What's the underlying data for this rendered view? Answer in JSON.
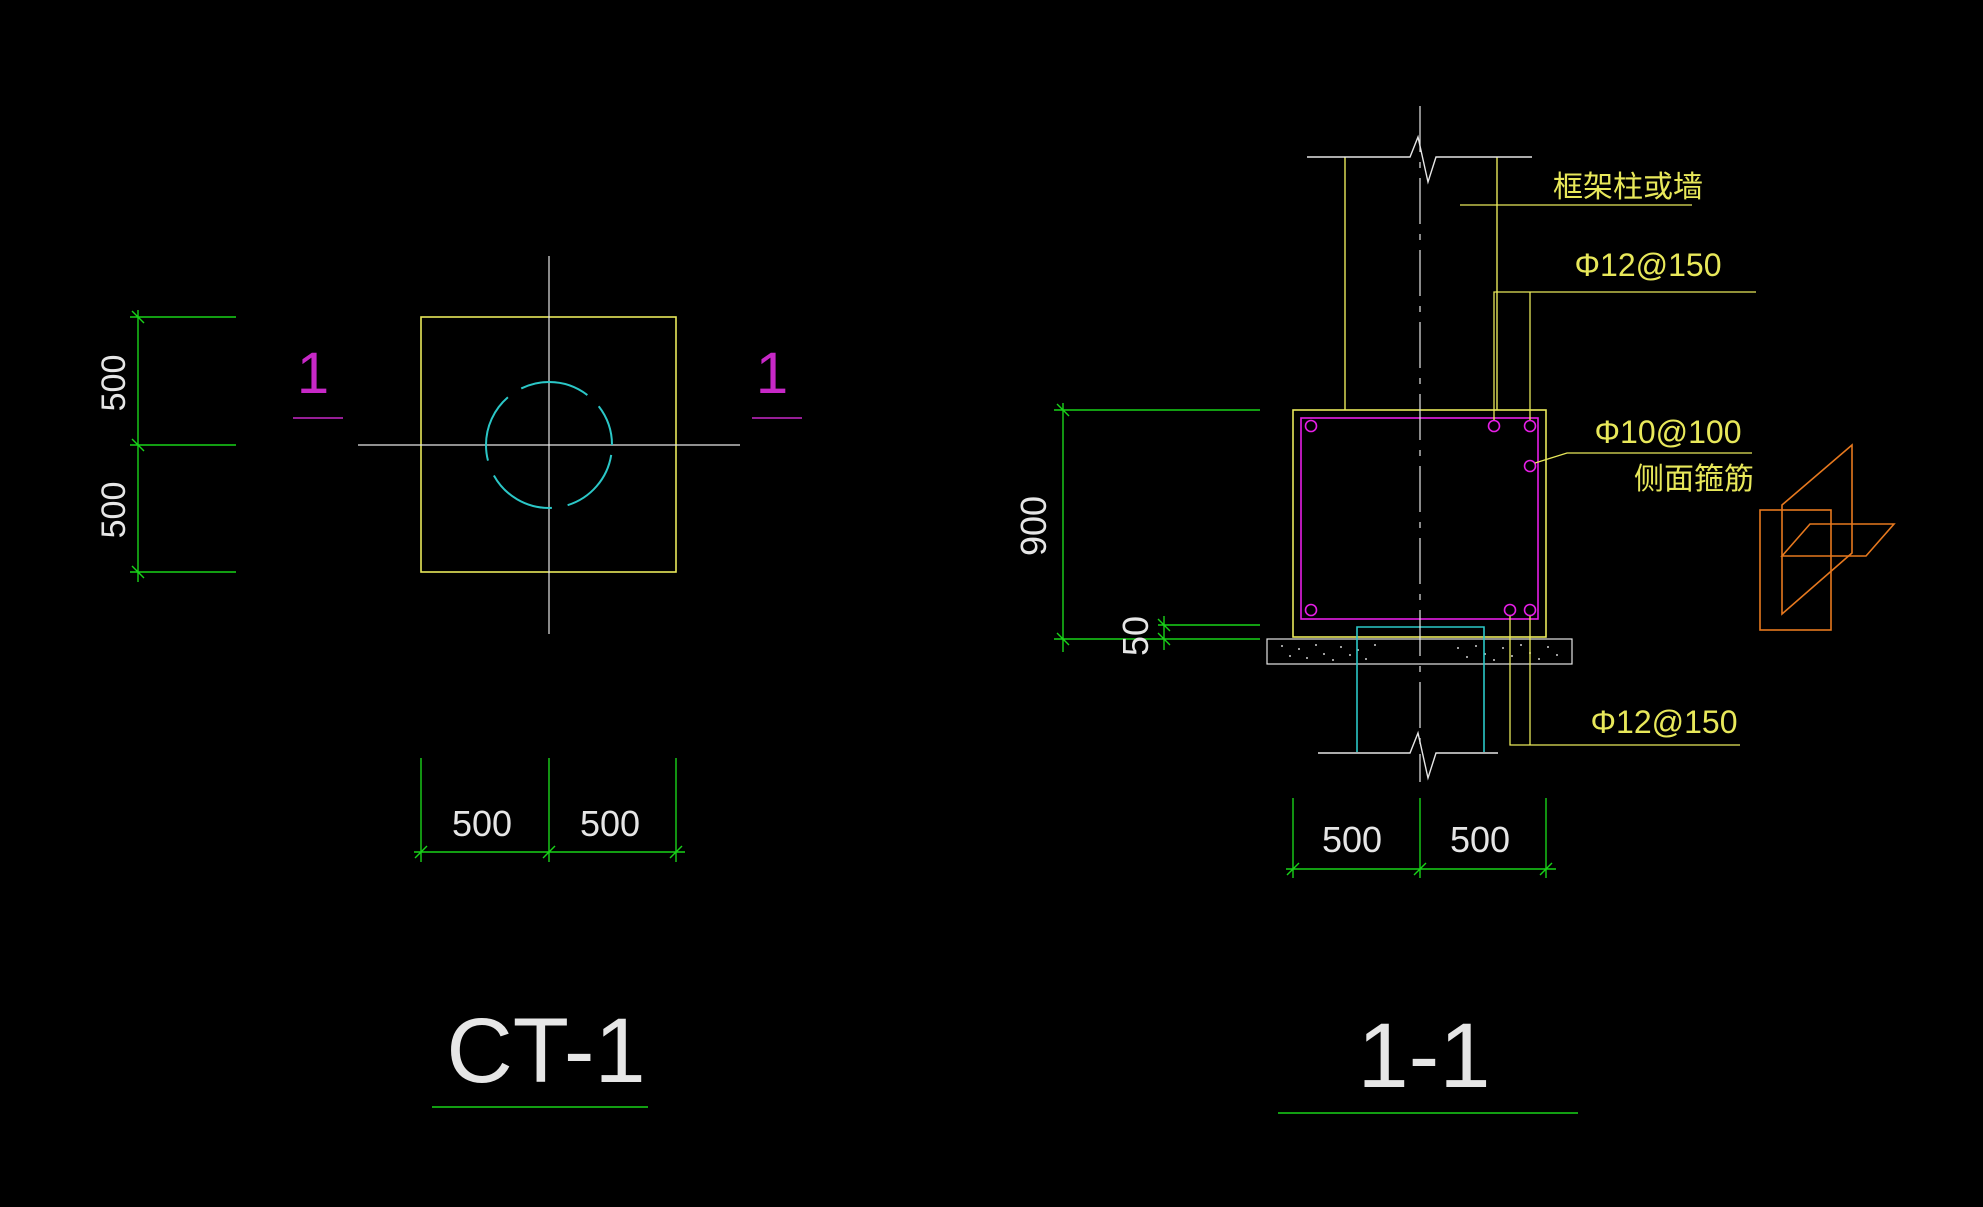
{
  "colors": {
    "background": "#000000",
    "outline": "#e8e85a",
    "dimension": "#19d219",
    "centerline": "#e6e6e6",
    "rebar": "#e61ee6",
    "pile": "#2bc7c7",
    "section_mark": "#c728c7",
    "annotation": "#e8e85a",
    "title": "#e6e6e6",
    "ucs_icon": "#e6781e"
  },
  "plan": {
    "title": "CT-1",
    "section_mark_left": "1",
    "section_mark_right": "1",
    "dim_vertical_top": "500",
    "dim_vertical_bottom": "500",
    "dim_horizontal_left": "500",
    "dim_horizontal_right": "500"
  },
  "section": {
    "title": "1-1",
    "label_column": "框架柱或墙",
    "label_top_rebar": "Φ12@150",
    "label_side_rebar": "Φ10@100",
    "label_side_rebar_note": "侧面箍筋",
    "label_bottom_rebar": "Φ12@150",
    "dim_height": "900",
    "dim_cushion": "50",
    "dim_horizontal_left": "500",
    "dim_horizontal_right": "500"
  }
}
